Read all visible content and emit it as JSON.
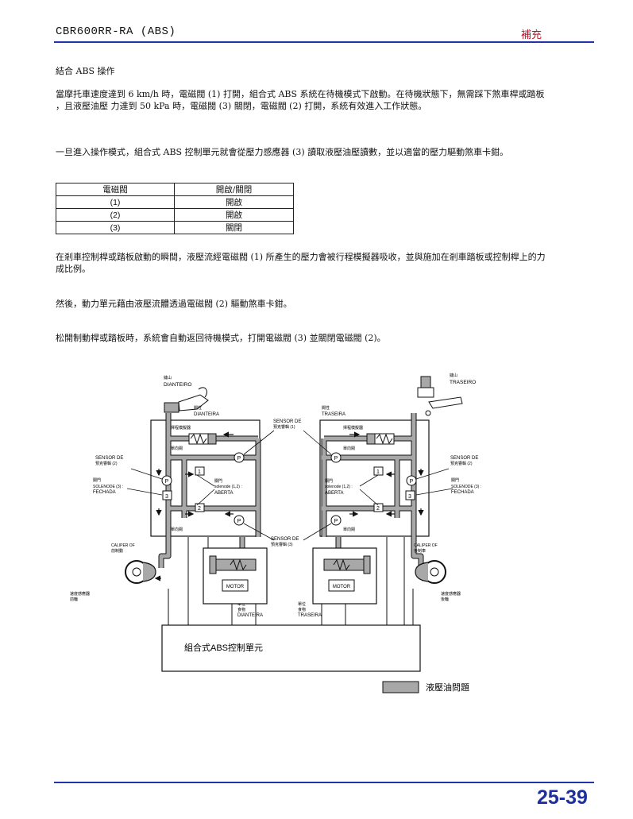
{
  "header": {
    "title": "CBR600RR-RA (ABS)",
    "supplement": "補充"
  },
  "section_heading": "結合 ABS 操作",
  "paragraphs": {
    "p1_line1": "當摩托車速度達到 6 km/h 時，電磁閥 (1) 打開，組合式 ABS 系統在待機模式下啟動。在待機狀態下，無需踩下煞車桿或踏板",
    "p1_line2": "，且液壓油壓 力達到 50 kPa 時，電磁閥 (3) 關閉，電磁閥 (2) 打開，系統有效進入工作狀態。",
    "p2": "一旦進入操作模式，組合式 ABS 控制單元就會從壓力感應器 (3) 讀取液壓油壓讀數，並以適當的壓力驅動煞車卡鉗。",
    "p3_line1": "在剎車控制桿或踏板啟動的瞬間，液壓流經電磁閥 (1) 所產生的壓力會被行程模擬器吸收，並與施加在剎車踏板或控制桿上的力",
    "p3_line2": "成比例。",
    "p4": "然後，動力單元藉由液壓流體透過電磁閥 (2) 驅動煞車卡鉗。",
    "p5": "松開制動桿或踏板時，系統會自動返回待機模式，打開電磁閥 (3) 並關閉電磁閥 (2)。"
  },
  "valve_table": {
    "headers": [
      "電磁閥",
      "開啟/關閉"
    ],
    "rows": [
      {
        "valve": "(1)",
        "state": "開啟"
      },
      {
        "valve": "(2)",
        "state": "開啟"
      },
      {
        "valve": "(3)",
        "state": "關閉"
      }
    ]
  },
  "diagram": {
    "labels": {
      "front_lever_cn": "鏈山",
      "front_lever": "DIANTEIRO",
      "rear_lever_cn": "鏈山",
      "rear_lever": "TRASEIRO",
      "front_modulator_cn": "閥性",
      "front_modulator": "DIANTEIRA",
      "rear_modulator_cn": "閥性",
      "rear_modulator": "TRASEIRA",
      "sensor1_top": "SENSOR DE",
      "sensor1_bot": "預克響輯 (1)",
      "stroke_sim": "擇程模擬器",
      "check_valve": "單向閥",
      "sensor2_top": "SENSOR DE",
      "sensor2_bot": "預克響輯 (2)",
      "solenoid3_a": "關門",
      "solenoid3_b": "SOLENODE (3) :",
      "solenoid3_c": "FECHADA",
      "solenoid12_a": "關門",
      "solenoid12_b": "solenode (1,2) :",
      "solenoid12_c": "ABERTA",
      "sensor3_top": "SENSOR DE",
      "sensor3_bot": "預克響輯 (3)",
      "caliper_front_a": "CALIPER OF",
      "caliper_front_b": "前制動",
      "caliper_rear_a": "CALIPER OF",
      "caliper_rear_b": "後制車",
      "speed_front_a": "速度感應器",
      "speed_front_b": "前輪",
      "speed_rear_a": "速度感應器",
      "speed_rear_b": "後輪",
      "motor": "MOTOR",
      "power_front_a": "單位",
      "power_front_b": "食物",
      "power_front_c": "DIANTEIRA",
      "power_rear_a": "單位",
      "power_rear_b": "食物",
      "power_rear_c": "TRASEIRA",
      "v1": "1",
      "v2": "2",
      "v3": "3",
      "p": "P",
      "ecu": "組合式ABS控制單元"
    },
    "legend": "液壓油問題",
    "colors": {
      "hydraulic": "#a8a8a8",
      "line": "#111111"
    }
  },
  "footer": {
    "page_number": "25-39"
  },
  "colors": {
    "accent": "#1e2fa0",
    "supplement": "#c0102a"
  }
}
